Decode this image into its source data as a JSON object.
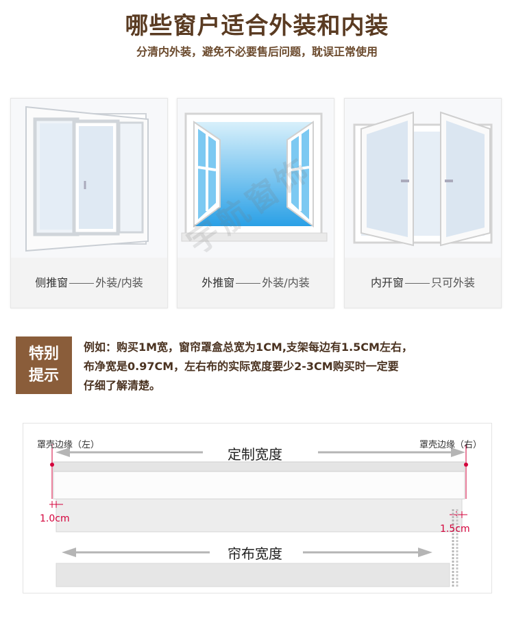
{
  "header": {
    "title": "哪些窗户适合外装和内装",
    "subtitle": "分清内外装，避免不必要售后问题，耽误正常使用"
  },
  "cards": [
    {
      "name": "侧推窗",
      "result": "外装/内装"
    },
    {
      "name": "外推窗",
      "result": "外装/内装"
    },
    {
      "name": "内开窗",
      "result": "只可外装"
    }
  ],
  "watermark": "宇航窗饰",
  "tip": {
    "badge_line1": "特别",
    "badge_line2": "提示",
    "line1": "例如：购买1M宽，窗帘罩盒总宽为1CM,支架每边有1.5CM左右，",
    "line2": "布净宽是0.97CM，左右布的实际宽度要少2-3CM购买时一定要",
    "line3": "仔细了解清楚。"
  },
  "diagram": {
    "left_edge_label": "罩壳边缘（左）",
    "right_edge_label": "罩壳边缘（右）",
    "custom_width_label": "定制宽度",
    "fabric_width_label": "帘布宽度",
    "left_gap": "1.0cm",
    "right_gap": "1.5cm"
  },
  "colors": {
    "title": "#5a3b22",
    "badge": "#8a5d3a",
    "marker": "#d3003a",
    "glass": "#4fb7ee"
  }
}
